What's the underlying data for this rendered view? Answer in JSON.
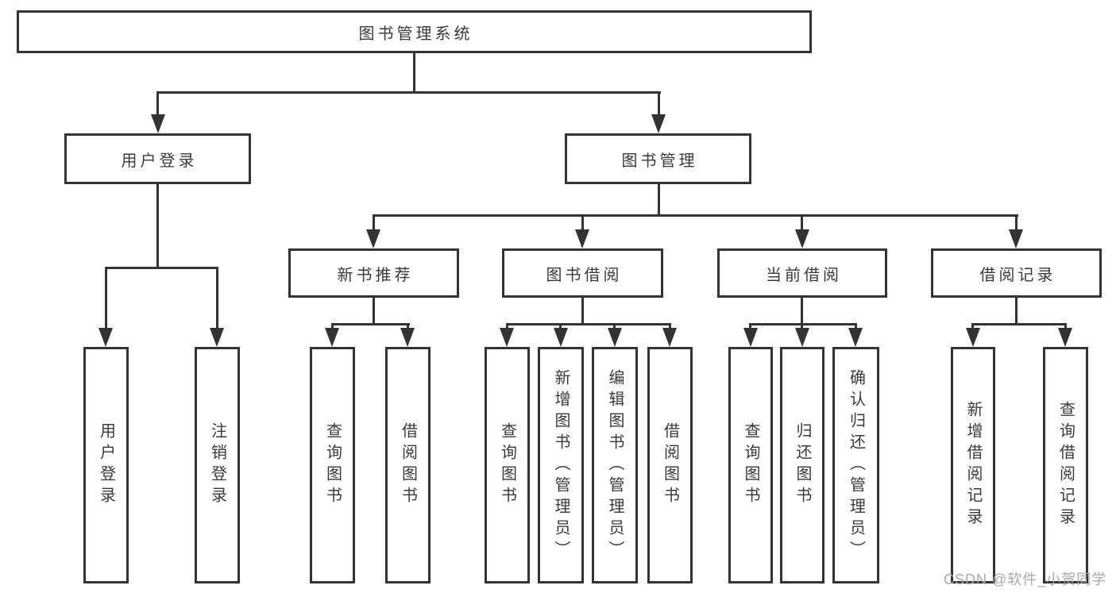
{
  "title_node": "图书管理系统",
  "branches": {
    "user_login": {
      "label": "用户登录",
      "children": [
        "用户登录",
        "注销登录"
      ]
    },
    "book_mgmt": {
      "label": "图书管理",
      "sections": [
        {
          "label": "新书推荐",
          "children": [
            "查询图书",
            "借阅图书"
          ]
        },
        {
          "label": "图书借阅",
          "children": [
            "查询图书",
            "新增图书（管理员）",
            "编辑图书（管理员）",
            "借阅图书"
          ]
        },
        {
          "label": "当前借阅",
          "children": [
            "查询图书",
            "归还图书",
            "确认归还（管理员）"
          ]
        },
        {
          "label": "借阅记录",
          "children": [
            "新增借阅记录",
            "查询借阅记录"
          ]
        }
      ]
    }
  },
  "watermark": "CSDN @软件_小贺同学",
  "colors": {
    "line": "#333333",
    "text": "#3a3a3a",
    "watermark": "#a8a8a8",
    "background": "#ffffff"
  }
}
